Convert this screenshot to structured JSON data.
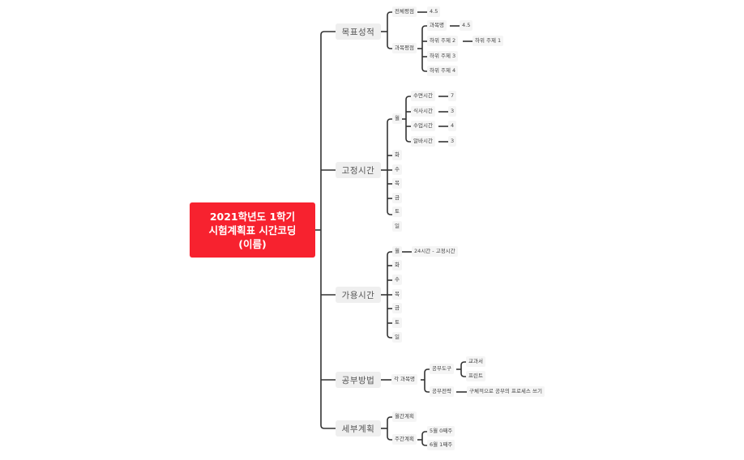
{
  "root": {
    "line1": "2021학년도 1학기",
    "line2": "시험계획표 시간코딩",
    "line3": "(이름)",
    "color": "#f7222f"
  },
  "branches": {
    "goal": {
      "label": "목표성적",
      "overall_gpa": {
        "label": "전체평점",
        "value": "4.5"
      },
      "subject_gpa": {
        "label": "과목평점",
        "children": [
          {
            "label": "과목명",
            "value": "4.5"
          },
          {
            "label": "하위 주제 2",
            "value": "하위 주제 1"
          },
          {
            "label": "하위 주제 3"
          },
          {
            "label": "하위 주제 4"
          }
        ]
      }
    },
    "fixed_time": {
      "label": "고정시간",
      "days": [
        "월",
        "화",
        "수",
        "목",
        "금",
        "토",
        "일"
      ],
      "monday_items": [
        {
          "label": "수면시간",
          "value": "7"
        },
        {
          "label": "식사시간",
          "value": "3"
        },
        {
          "label": "수업시간",
          "value": "4"
        },
        {
          "label": "알바시간",
          "value": "3"
        }
      ]
    },
    "available_time": {
      "label": "가용시간",
      "days": [
        "월",
        "화",
        "수",
        "목",
        "금",
        "토",
        "일"
      ],
      "monday_formula": "24시간 - 고정시간"
    },
    "study_method": {
      "label": "공부방법",
      "per_subject": "각 과목명",
      "tools": {
        "label": "공부도구",
        "items": [
          "교과서",
          "프린트"
        ]
      },
      "strategy": {
        "label": "공부전략",
        "value": "구체적으로 공부의 프로세스 쓰기"
      }
    },
    "detail_plan": {
      "label": "세부계획",
      "monthly": "월간계획",
      "weekly": {
        "label": "주간계획",
        "items": [
          "5월 0째주",
          "6월 1째주"
        ]
      }
    }
  }
}
